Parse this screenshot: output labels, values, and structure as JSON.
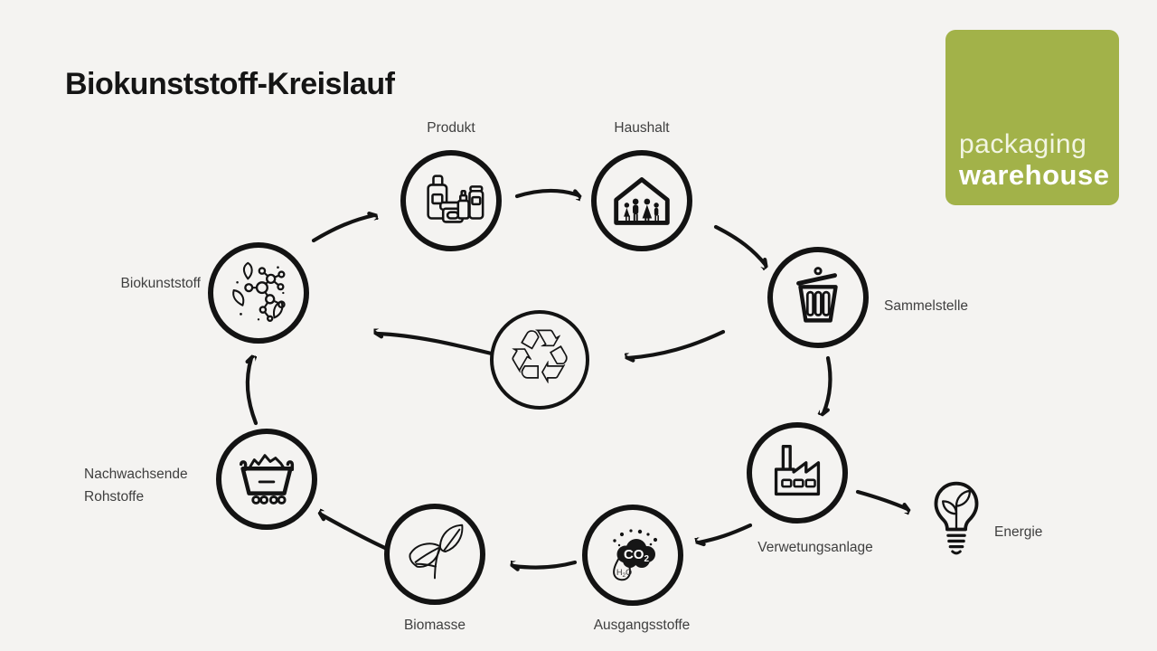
{
  "title": "Biokunststoff-Kreislauf",
  "logo": {
    "line1": "packaging",
    "line2": "warehouse"
  },
  "nodes": {
    "produkt": {
      "label": "Produkt"
    },
    "haushalt": {
      "label": "Haushalt"
    },
    "sammelstelle": {
      "label": "Sammelstelle"
    },
    "verwertungsanlage": {
      "label": "Verwetungsanlage"
    },
    "energie": {
      "label": "Energie"
    },
    "ausgangsstoffe": {
      "label": "Ausgangsstoffe"
    },
    "biomasse": {
      "label": "Biomasse"
    },
    "rohstoffe": {
      "label_line1": "Nachwachsende",
      "label_line2": "Rohstoffe"
    },
    "biokunststoff": {
      "label": "Biokunststoff"
    }
  },
  "icons": {
    "recycle_glyph": "♲",
    "co2_main": "CO",
    "co2_sub": "2",
    "h2o_h": "H",
    "h2o_sub": "2",
    "h2o_o": "O"
  },
  "colors": {
    "background": "#f4f3f1",
    "ink": "#131313",
    "label_text": "#3f3f3f",
    "logo_green": "#a2b249",
    "logo_text": "#ffffff"
  }
}
